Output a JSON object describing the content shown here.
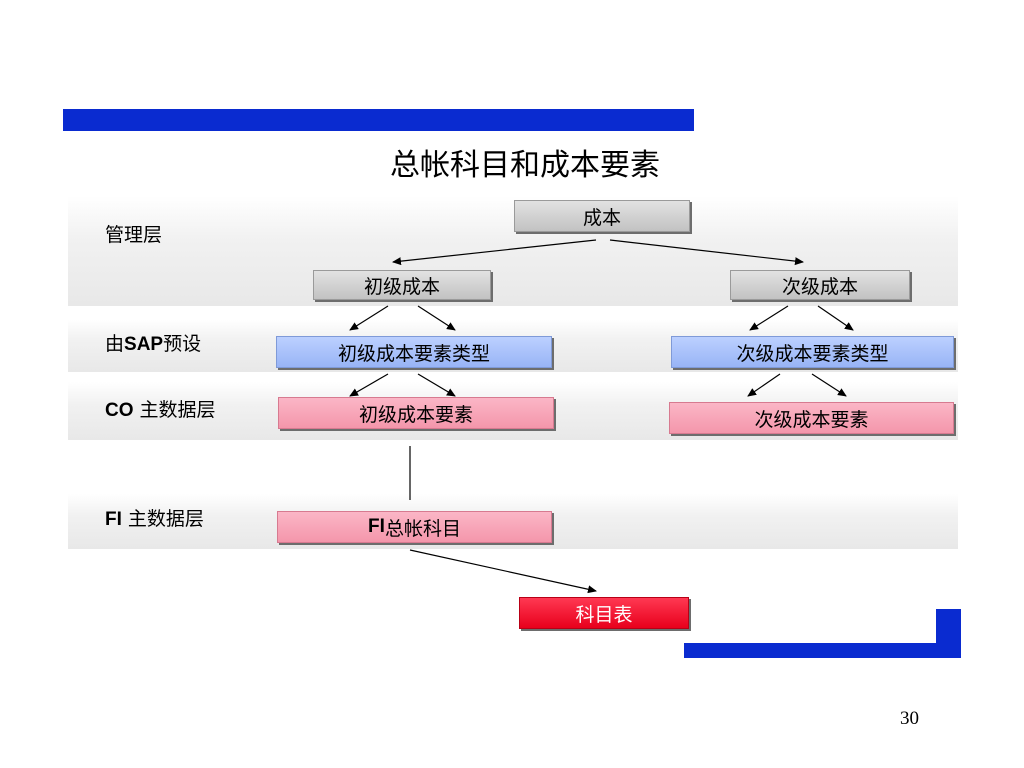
{
  "slide": {
    "title": "总帐科目和成本要素",
    "page_number": "30"
  },
  "layers": {
    "management": "管理层",
    "sap_prefix": "由",
    "sap_bold": "SAP",
    "sap_suffix": "预设",
    "co_bold": "CO",
    "co_text": " 主数据层",
    "fi_bold": "FI",
    "fi_text": " 主数据层"
  },
  "boxes": {
    "cost": "成本",
    "primary_cost": "初级成本",
    "secondary_cost": "次级成本",
    "primary_element_type": "初级成本要素类型",
    "secondary_element_type": "次级成本要素类型",
    "primary_element": "初级成本要素",
    "secondary_element": "次级成本要素",
    "fi_gl_bold": "FI",
    "fi_gl_text": "总帐科目",
    "chart_of_accounts": "科目表"
  },
  "colors": {
    "brand_blue": "#0a2bd0",
    "gray_box": "#c8c8c8",
    "blue_box": "#a3bcf8",
    "pink_box": "#f7a3b6",
    "red_box": "#f0001e"
  }
}
